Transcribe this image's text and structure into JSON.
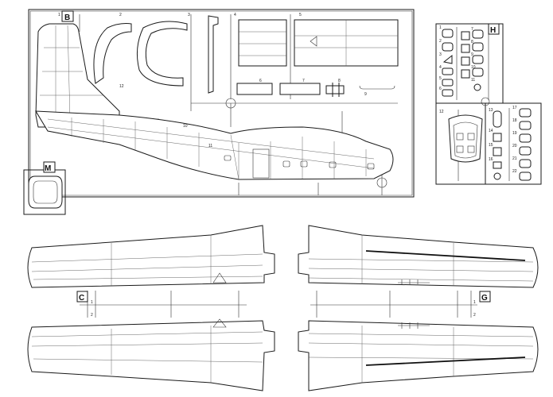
{
  "sprue_labels": {
    "b": "B",
    "h": "H",
    "m": "M",
    "c": "C",
    "g": "G"
  },
  "part_numbers": {
    "b": [
      "1",
      "2",
      "3",
      "4",
      "5",
      "6",
      "7",
      "8",
      "9",
      "10",
      "11",
      "12"
    ],
    "h": [
      "1",
      "2",
      "3",
      "4",
      "5",
      "6",
      "7",
      "8",
      "9",
      "10",
      "11",
      "12",
      "13",
      "14",
      "15",
      "16",
      "17",
      "18",
      "19",
      "20",
      "21",
      "22"
    ],
    "c": [
      "1",
      "2"
    ],
    "g": [
      "1",
      "2"
    ]
  },
  "colors": {
    "line": "#1a1a1a",
    "paper": "#ffffff"
  }
}
